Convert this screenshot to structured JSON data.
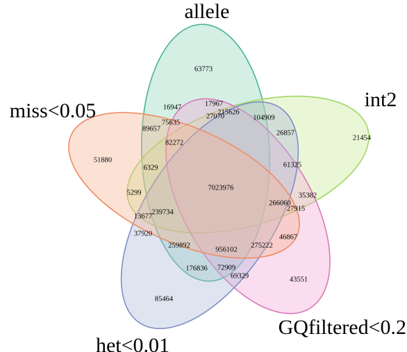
{
  "sets": [
    {
      "id": "allele",
      "label": "allele",
      "fill": "#8fd4b8",
      "stroke": "#4bb394"
    },
    {
      "id": "int2",
      "label": "int2",
      "fill": "#c9ea97",
      "stroke": "#a2d663"
    },
    {
      "id": "gq",
      "label": "GQfiltered<0.2",
      "fill": "#f2a8d6",
      "stroke": "#db78bb"
    },
    {
      "id": "het",
      "label": "het<0.01",
      "fill": "#aab7db",
      "stroke": "#7d8fc4"
    },
    {
      "id": "miss",
      "label": "miss<0.05",
      "fill": "#f7b290",
      "stroke": "#ef8b63"
    }
  ],
  "regions": [
    {
      "sets": [
        "allele"
      ],
      "count": "63773"
    },
    {
      "sets": [
        "int2"
      ],
      "count": "21454"
    },
    {
      "sets": [
        "miss"
      ],
      "count": "51880"
    },
    {
      "sets": [
        "het"
      ],
      "count": "85464"
    },
    {
      "sets": [
        "gq"
      ],
      "count": "43551"
    },
    {
      "sets": [
        "allele",
        "gq"
      ],
      "count": "16947"
    },
    {
      "sets": [
        "allele",
        "int2"
      ],
      "count": "17967"
    },
    {
      "sets": [
        "allele",
        "gq",
        "int2"
      ],
      "count": "27070"
    },
    {
      "sets": [
        "allele",
        "gq",
        "int2",
        "het"
      ],
      "count": "104909"
    },
    {
      "sets": [
        "allele",
        "miss"
      ],
      "count": "89657"
    },
    {
      "sets": [
        "allele",
        "miss",
        "gq"
      ],
      "count": "75635"
    },
    {
      "sets": [
        "allele",
        "miss",
        "gq",
        "int2"
      ],
      "count": "215626"
    },
    {
      "sets": [
        "int2",
        "gq"
      ],
      "count": "26857"
    },
    {
      "sets": [
        "allele",
        "miss",
        "int2"
      ],
      "count": "82272"
    },
    {
      "sets": [
        "allele",
        "miss",
        "int2",
        "het"
      ],
      "count": "6329"
    },
    {
      "sets": [
        "int2",
        "gq",
        "het"
      ],
      "count": "61325"
    },
    {
      "sets": [
        "miss",
        "int2"
      ],
      "count": "5299"
    },
    {
      "sets": [
        "allele",
        "int2",
        "gq",
        "het",
        "miss"
      ],
      "count": "7023976"
    },
    {
      "sets": [
        "int2",
        "gq",
        "het",
        "miss"
      ],
      "count": "266060"
    },
    {
      "sets": [
        "int2",
        "gq",
        "miss"
      ],
      "count": "35382"
    },
    {
      "sets": [
        "int2",
        "het",
        "miss"
      ],
      "count": "239734"
    },
    {
      "sets": [
        "miss",
        "int2",
        "het",
        "allele"
      ],
      "count": "13677"
    },
    {
      "sets": [
        "gq",
        "het",
        "miss"
      ],
      "count": "27915"
    },
    {
      "sets": [
        "miss",
        "het"
      ],
      "count": "37920"
    },
    {
      "sets": [
        "gq",
        "miss"
      ],
      "count": "46867"
    },
    {
      "sets": [
        "allele",
        "het",
        "miss"
      ],
      "count": "259892"
    },
    {
      "sets": [
        "allele",
        "het",
        "gq",
        "miss"
      ],
      "count": "956102"
    },
    {
      "sets": [
        "gq",
        "het",
        "miss",
        "int2"
      ],
      "count": "275222"
    },
    {
      "sets": [
        "allele",
        "het"
      ],
      "count": "176836"
    },
    {
      "sets": [
        "allele",
        "het",
        "gq"
      ],
      "count": "72909"
    },
    {
      "sets": [
        "het",
        "gq"
      ],
      "count": "69329"
    }
  ]
}
